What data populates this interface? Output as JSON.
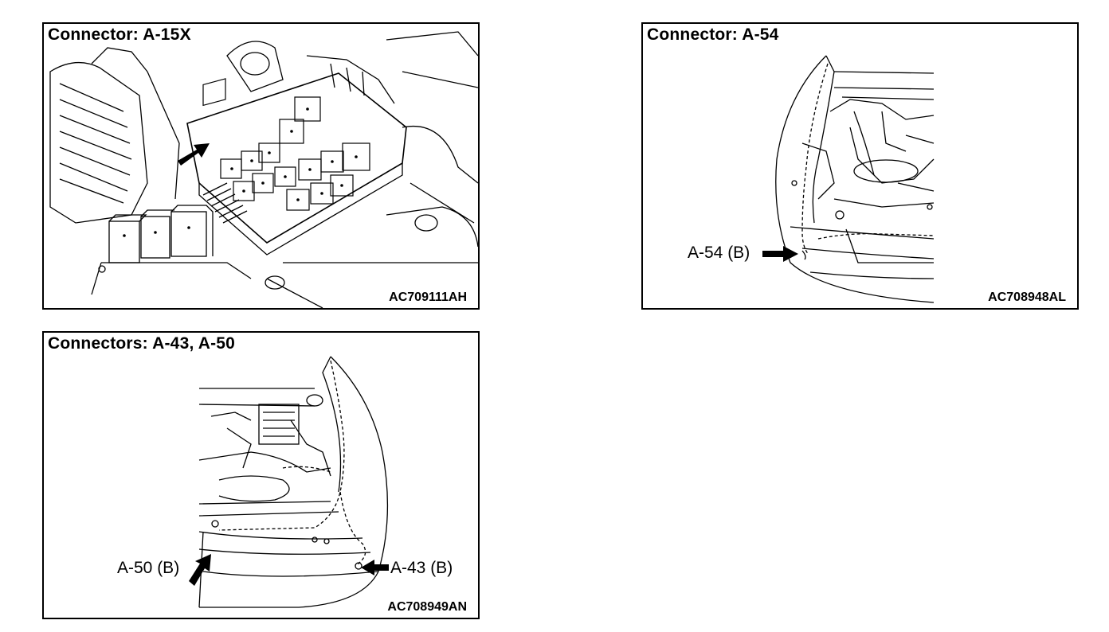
{
  "panels": [
    {
      "title": "Connector: A-15X",
      "code": "AC709111AH",
      "callouts": []
    },
    {
      "title": "Connector: A-54",
      "code": "AC708948AL",
      "callouts": [
        "A-54 (B)"
      ]
    },
    {
      "title": "Connectors: A-43, A-50",
      "code": "AC708949AN",
      "callouts": [
        "A-50 (B)",
        "A-43 (B)"
      ]
    }
  ]
}
